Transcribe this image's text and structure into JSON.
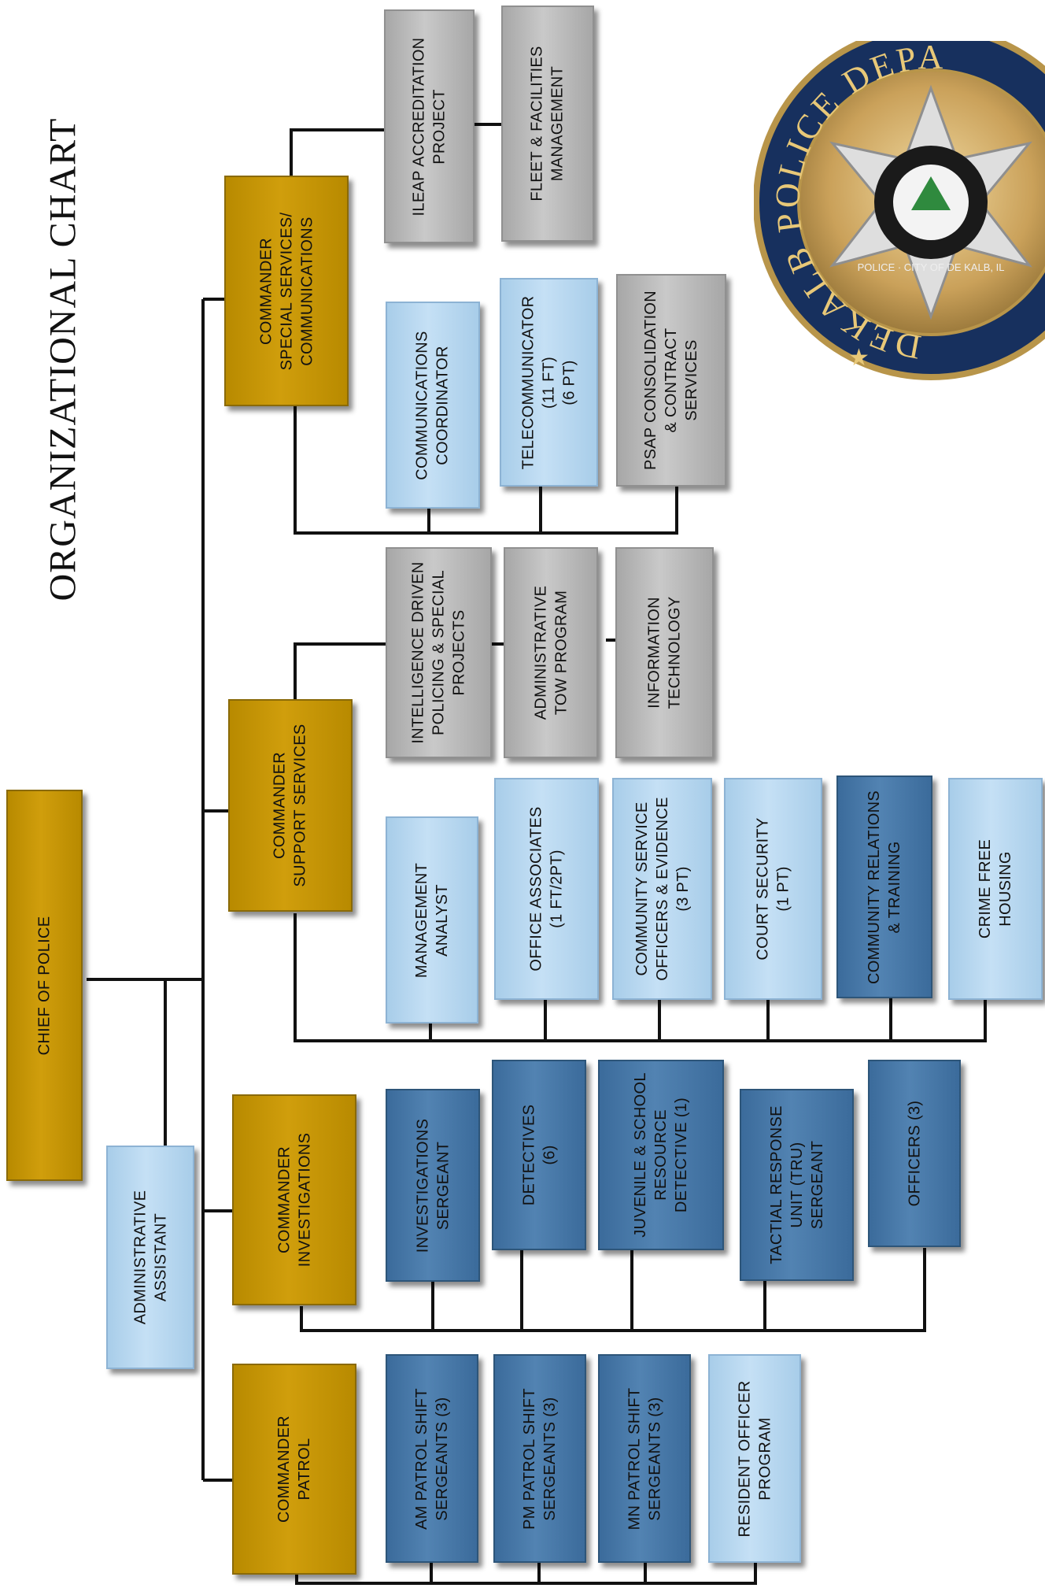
{
  "title": "ORGANIZATIONAL CHART",
  "colors": {
    "commander": "#c8960a",
    "unit_light": "#b9d8f0",
    "unit_dark": "#4a7aa8",
    "unit_gray": "#bdbdbd",
    "connector": "#111111"
  },
  "nodes": {
    "chief": "CHIEF OF POLICE",
    "admin_assistant": "ADMINISTRATIVE\nASSISTANT",
    "cmd_patrol": "COMMANDER\nPATROL",
    "cmd_investigations": "COMMANDER\nINVESTIGATIONS",
    "cmd_support": "COMMANDER\nSUPPORT SERVICES",
    "cmd_special": "COMMANDER\nSPECIAL SERVICES/\nCOMMUNICATIONS",
    "am_patrol": "AM PATROL SHIFT\nSERGEANTS (3)",
    "pm_patrol": "PM PATROL SHIFT\nSERGEANTS (3)",
    "mn_patrol": "MN PATROL SHIFT\nSERGEANTS (3)",
    "resident_officer": "RESIDENT OFFICER\nPROGRAM",
    "inv_sergeant": "INVESTIGATIONS\nSERGEANT",
    "detectives": "DETECTIVES\n(6)",
    "juvenile": "JUVENILE & SCHOOL\nRESOURCE\nDETECTIVE (1)",
    "tru": "TACTIAL RESPONSE\nUNIT (TRU)\nSERGEANT",
    "officers": "OFFICERS (3)",
    "mgmt_analyst": "MANAGEMENT\nANALYST",
    "office_assoc": "OFFICE ASSOCIATES\n(1 FT/2PT)",
    "cso": "COMMUNITY SERVICE\nOFFICERS & EVIDENCE\n(3 PT)",
    "court_security": "COURT SECURITY\n(1 PT)",
    "community_relations": "COMMUNITY RELATIONS\n& TRAINING",
    "crime_free": "CRIME FREE\nHOUSING",
    "intel_policing": "INTELLIGENCE DRIVEN\nPOLICING & SPECIAL\nPROJECTS",
    "tow_program": "ADMINISTRATIVE\nTOW PROGRAM",
    "info_tech": "INFORMATION\nTECHNOLOGY",
    "comm_coord": "COMMUNICATIONS\nCOORDINATOR",
    "telecom": "TELECOMMUNICATOR\n(11 FT)\n(6 PT)",
    "psap": "PSAP CONSOLIDATION\n& CONTRACT\nSERVICES",
    "ileap": "ILEAP ACCREDITATION\nPROJECT",
    "fleet": "FLEET & FACILITIES\nMANAGEMENT"
  },
  "logo": {
    "ring_top": "DEKALB POLICE DEPARTMENT",
    "inner": "POLICE · CITY OF DE KALB, IL"
  }
}
